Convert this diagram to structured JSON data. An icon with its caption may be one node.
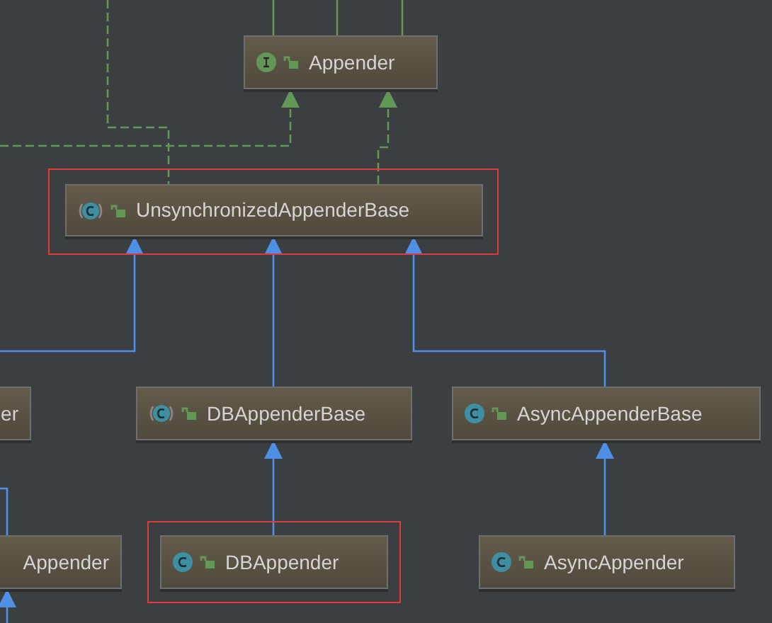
{
  "diagram": {
    "nodes": [
      {
        "text": [
          "Appender"
        ]
      },
      {
        "text": [
          "UnsynchronizedAppenderBase"
        ]
      },
      {
        "text": [
          "er"
        ]
      },
      {
        "text": [
          "DBAppenderBase"
        ]
      },
      {
        "text": [
          "AsyncAppenderBase"
        ]
      },
      {
        "text": [
          "Appender"
        ]
      },
      {
        "text": [
          "DBAppender"
        ]
      },
      {
        "text": [
          "AsyncAppender"
        ]
      }
    ],
    "edges": [
      {
        "from": 1,
        "to": 0,
        "arrow": "to",
        "style": "dashed",
        "color": "#629755"
      },
      {
        "from": null,
        "to": 0,
        "arrow": "to",
        "style": "dashed",
        "color": "#629755"
      },
      {
        "from": null,
        "to": 1,
        "arrow": "none",
        "style": "dashed",
        "color": "#629755"
      },
      {
        "from": 0,
        "to": null,
        "arrow": "none",
        "color": "#629755"
      },
      {
        "from": 0,
        "to": null,
        "arrow": "none",
        "color": "#629755"
      },
      {
        "from": 0,
        "to": null,
        "arrow": "none",
        "color": "#629755"
      },
      {
        "from": null,
        "to": 1,
        "arrow": "to"
      },
      {
        "from": 3,
        "to": 1,
        "arrow": "to"
      },
      {
        "from": 4,
        "to": 1,
        "arrow": "to"
      },
      {
        "from": 6,
        "to": 3,
        "arrow": "to"
      },
      {
        "from": 7,
        "to": 4,
        "arrow": "to"
      },
      {
        "from": 5,
        "to": null,
        "arrow": "none"
      },
      {
        "from": null,
        "to": 5,
        "arrow": "to"
      }
    ]
  }
}
